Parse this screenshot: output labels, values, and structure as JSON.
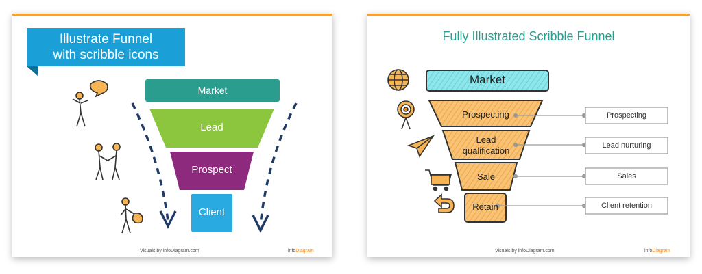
{
  "left_slide": {
    "title_line1": "Illustrate Funnel",
    "title_line2": "with scribble icons",
    "stages": [
      "Market",
      "Lead",
      "Prospect",
      "Client"
    ],
    "footer": "Visuals by infoDiagram.com",
    "logo_prefix": "info",
    "logo_suffix": "Diagram",
    "colors": {
      "banner": "#1a9fd6",
      "market": "#2a9d8f",
      "lead": "#8cc63f",
      "prospect": "#8e2a7e",
      "client": "#29abe2",
      "arrows": "#1f3b66"
    },
    "icons": [
      "speaking-person-icon",
      "handshake-icon",
      "person-with-money-bag-icon"
    ]
  },
  "right_slide": {
    "title": "Fully Illustrated Scribble Funnel",
    "market": "Market",
    "stages": [
      "Prospecting",
      "Lead qualification",
      "Sale",
      "Retain"
    ],
    "stage_lines": [
      [
        "Prospecting"
      ],
      [
        "Lead",
        "qualification"
      ],
      [
        "Sale"
      ],
      [
        "Retain"
      ]
    ],
    "outcomes": [
      "Prospecting",
      "Lead nurturing",
      "Sales",
      "Client retention"
    ],
    "footer": "Visuals by infoDiagram.com",
    "logo_prefix": "info",
    "logo_suffix": "Diagram",
    "colors": {
      "market_fill": "#8fe6ea",
      "stage_fill": "#f6b454",
      "outline": "#333333",
      "title": "#2a9d8f"
    },
    "icons": [
      "globe-icon",
      "target-icon",
      "paper-plane-icon",
      "shopping-cart-icon",
      "return-arrow-icon"
    ]
  }
}
